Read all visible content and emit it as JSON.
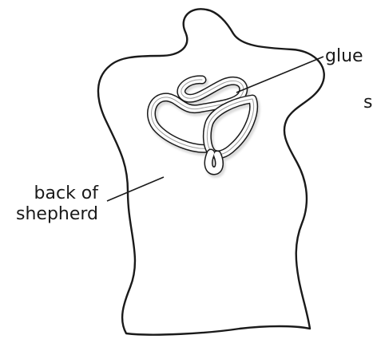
{
  "labels": {
    "glue": "glue",
    "back_line1": "back of",
    "back_line2": "shepherd",
    "cut_off": "s"
  },
  "colors": {
    "outline": "#1a1a1a",
    "glue_fill": "#ffffff",
    "glue_shadow": "#bdbdbd",
    "background": "#ffffff"
  }
}
